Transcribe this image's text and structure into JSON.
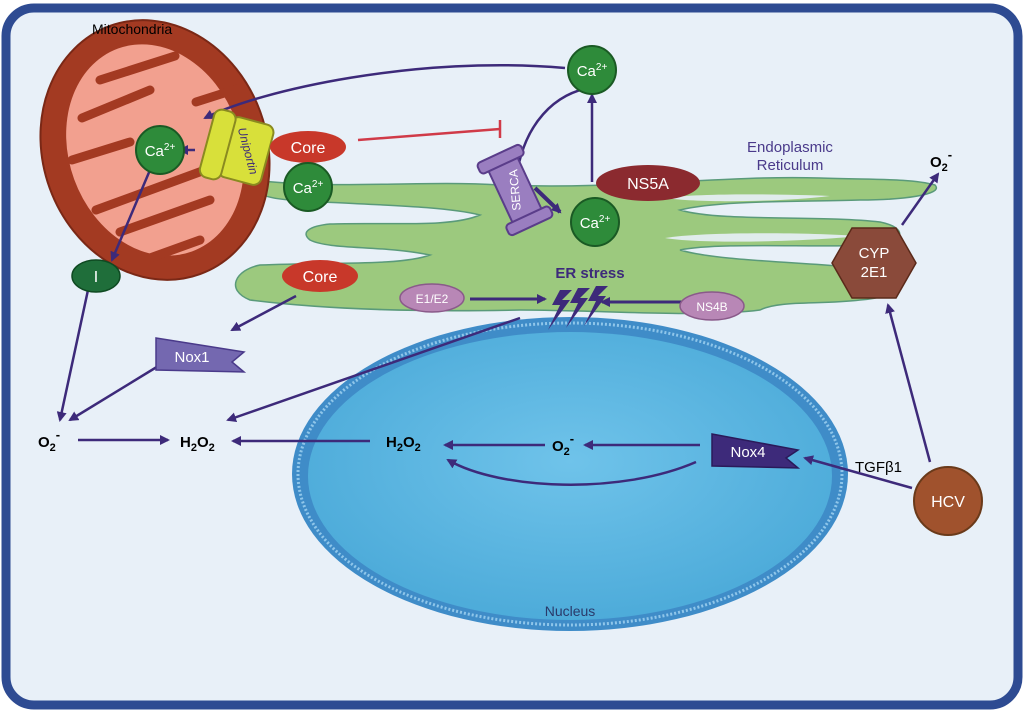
{
  "labels": {
    "mitochondria": "Mitochondria",
    "er_line1": "Endoplasmic",
    "er_line2": "Reticulum",
    "nucleus": "Nucleus",
    "er_stress": "ER stress",
    "uniportin": "Uniportin",
    "serca": "SERCA",
    "core": "Core",
    "core2": "Core",
    "ns5a": "NS5A",
    "e1e2": "E1/E2",
    "ns4b": "NS4B",
    "complex_i": "I",
    "nox1": "Nox1",
    "nox4": "Nox4",
    "cyp_line1": "CYP",
    "cyp_line2": "2E1",
    "hcv": "HCV",
    "tgf": "TGFβ1",
    "ca_base": "Ca",
    "ca_charge": "2+",
    "o2_base": "O",
    "o2_sub": "2",
    "o2_charge": "-",
    "h_base": "H",
    "h_sub": "2",
    "h_o": "O",
    "h_o_sub": "2"
  },
  "colors": {
    "background": "#e8f0f8",
    "frame": "#2e4b92",
    "er": "#9cc97e",
    "mito_outer": "#a33a22",
    "mito_inner": "#f2a08f",
    "nucleus": "#5db8e3",
    "calcium": "#2e8b3a",
    "core": "#c8382a",
    "ns5a": "#8b2a2f",
    "protein_mauve": "#b887b6",
    "nox": "#7468b0",
    "cyp": "#8a4a3a",
    "hcv": "#a0522d",
    "arrow": "#3d2a7a",
    "inhibit": "#d03a48",
    "uniportin": "#d8e03a"
  }
}
